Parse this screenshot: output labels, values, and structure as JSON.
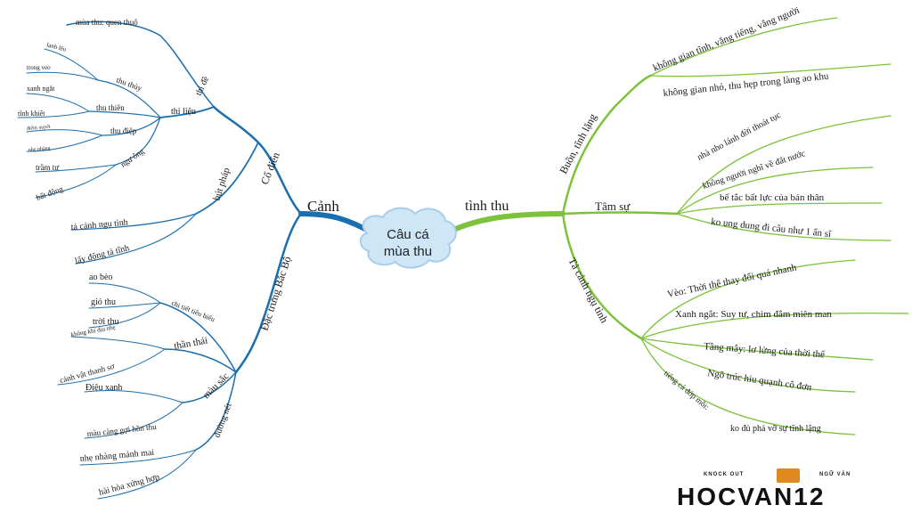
{
  "center": {
    "line1": "Câu cá",
    "line2": "mùa thu"
  },
  "left": {
    "title": "Cảnh",
    "co_dien": {
      "label": "Cổ điển",
      "thi_de": {
        "label": "thi đề",
        "child": "mùa thu: quen thuộ"
      },
      "thi_lieu": {
        "label": "thi liệu"
      },
      "thu_thuy": {
        "label": "thu thủy",
        "children": [
          "lạnh lẽo",
          "trong veo"
        ]
      },
      "thu_thien": {
        "label": "thu thiên",
        "children": [
          "xanh ngắt",
          "tĩnh khiết"
        ]
      },
      "thu_diep": {
        "label": "thu điệp",
        "children": [
          "điểm xuyết",
          "nhẹ nhàng"
        ]
      },
      "ngu_ong": {
        "label": "ngư ông",
        "children": [
          "trầm tư",
          "bất động"
        ]
      },
      "but_phap": {
        "label": "bút pháp",
        "children": [
          "tả cảnh ngụ tình",
          "lấy động tả tĩnh"
        ]
      }
    },
    "dac_trung": {
      "label": "Đặc trưng Bắc Bộ",
      "chi_tiet": {
        "label": "chi tiết tiêu biểu",
        "children": [
          "ao bèo",
          "gió thu",
          "trời thu"
        ]
      },
      "than_thai": {
        "label": "thần thái",
        "children": [
          "không khí dịu nhẹ",
          "cảnh vật thanh sơ"
        ]
      },
      "mau_sac": {
        "label": "màu sắc",
        "children": [
          "Điệu xanh",
          "màu càng gợi hồn thu"
        ]
      },
      "duong_net": {
        "label": "đường nét",
        "children": [
          "nhẹ nhàng mảnh mai",
          "hài hòa xứng hợp"
        ]
      }
    }
  },
  "right": {
    "title": "tình thu",
    "buon": {
      "label": "Buồn, tĩnh lặng",
      "children": [
        "không gian tĩnh, vắng tiếng, vắng người",
        "không gian nhỏ, thu hẹp trong làng ao khu"
      ]
    },
    "tam_su": {
      "label": "Tâm sự",
      "children": [
        "nhà nho lánh đời thoát tục",
        "không người nghĩ về đất nước",
        "bế tắc bất lực của bản thân",
        "ko ung dung đi câu như 1 ẩn sĩ"
      ]
    },
    "ta_canh": {
      "label": "Tả cảnh ngụ tình",
      "children": [
        "Vèo: Thời thế thay đổi quá nhanh",
        "Xanh ngắt: Suy tư, chìm đắm miên man",
        "Tầng mây: lơ lửng của thời thế",
        "Ngõ trúc hiu quạnh cô đơn",
        "tiếng cá đớp mồi: ko đủ phá vỡ sự tĩnh lặng"
      ]
    }
  },
  "logo": {
    "main": "HOCVAN12",
    "tagline_left": "KNOCK OUT",
    "tagline_right": "NGỮ VĂN"
  },
  "colors": {
    "left_branch": "#1a6fb0",
    "right_branch": "#7cc23a",
    "cloud": "#cfe6f7"
  }
}
